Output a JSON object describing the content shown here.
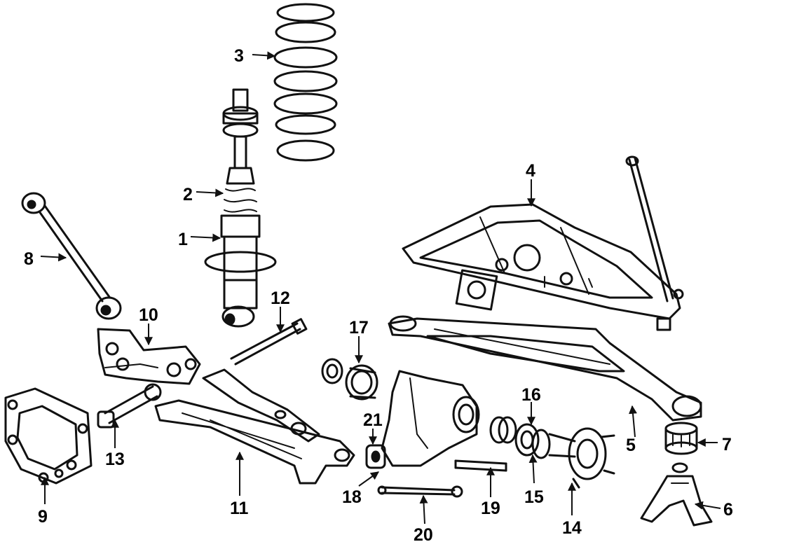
{
  "diagram": {
    "callouts": [
      "1",
      "2",
      "3",
      "4",
      "5",
      "6",
      "7",
      "8",
      "9",
      "10",
      "11",
      "12",
      "13",
      "14",
      "15",
      "16",
      "17",
      "18",
      "19",
      "20",
      "21"
    ]
  },
  "colors": {
    "ink": "#111111",
    "background": "#ffffff"
  }
}
